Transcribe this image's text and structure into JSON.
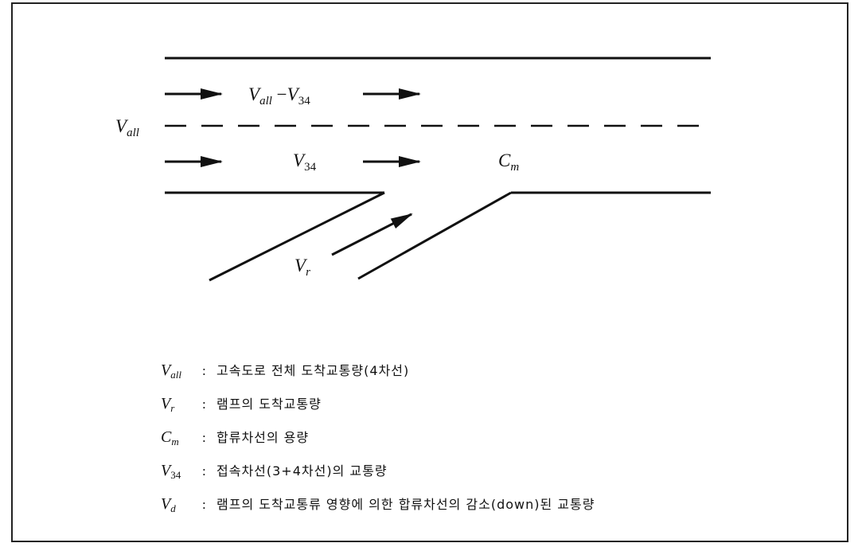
{
  "diagram": {
    "labels": {
      "v_all": {
        "main": "V",
        "sub": "all"
      },
      "upper_lane": {
        "main": "V",
        "sub": "all",
        "sep": " −",
        "main2": "V",
        "sub2": "34"
      },
      "lower_lane": {
        "main": "V",
        "sub": "34"
      },
      "merge_capacity": {
        "main": "C",
        "sub": "m"
      },
      "ramp": {
        "main": "V",
        "sub": "r"
      }
    }
  },
  "legend": {
    "colon": ":",
    "items": [
      {
        "main": "V",
        "sub": "all",
        "desc": "고속도로 전체 도착교통량(4차선)"
      },
      {
        "main": "V",
        "sub": "r",
        "desc": "램프의 도착교통량"
      },
      {
        "main": "C",
        "sub": "m",
        "desc": "합류차선의 용량"
      },
      {
        "main": "V",
        "sub": "34",
        "desc": "접속차선(3+4차선)의 교통량"
      },
      {
        "main": "V",
        "sub": "d",
        "desc": "램프의 도착교통류 영향에 의한 합류차선의 감소(down)된 교통량"
      }
    ]
  }
}
